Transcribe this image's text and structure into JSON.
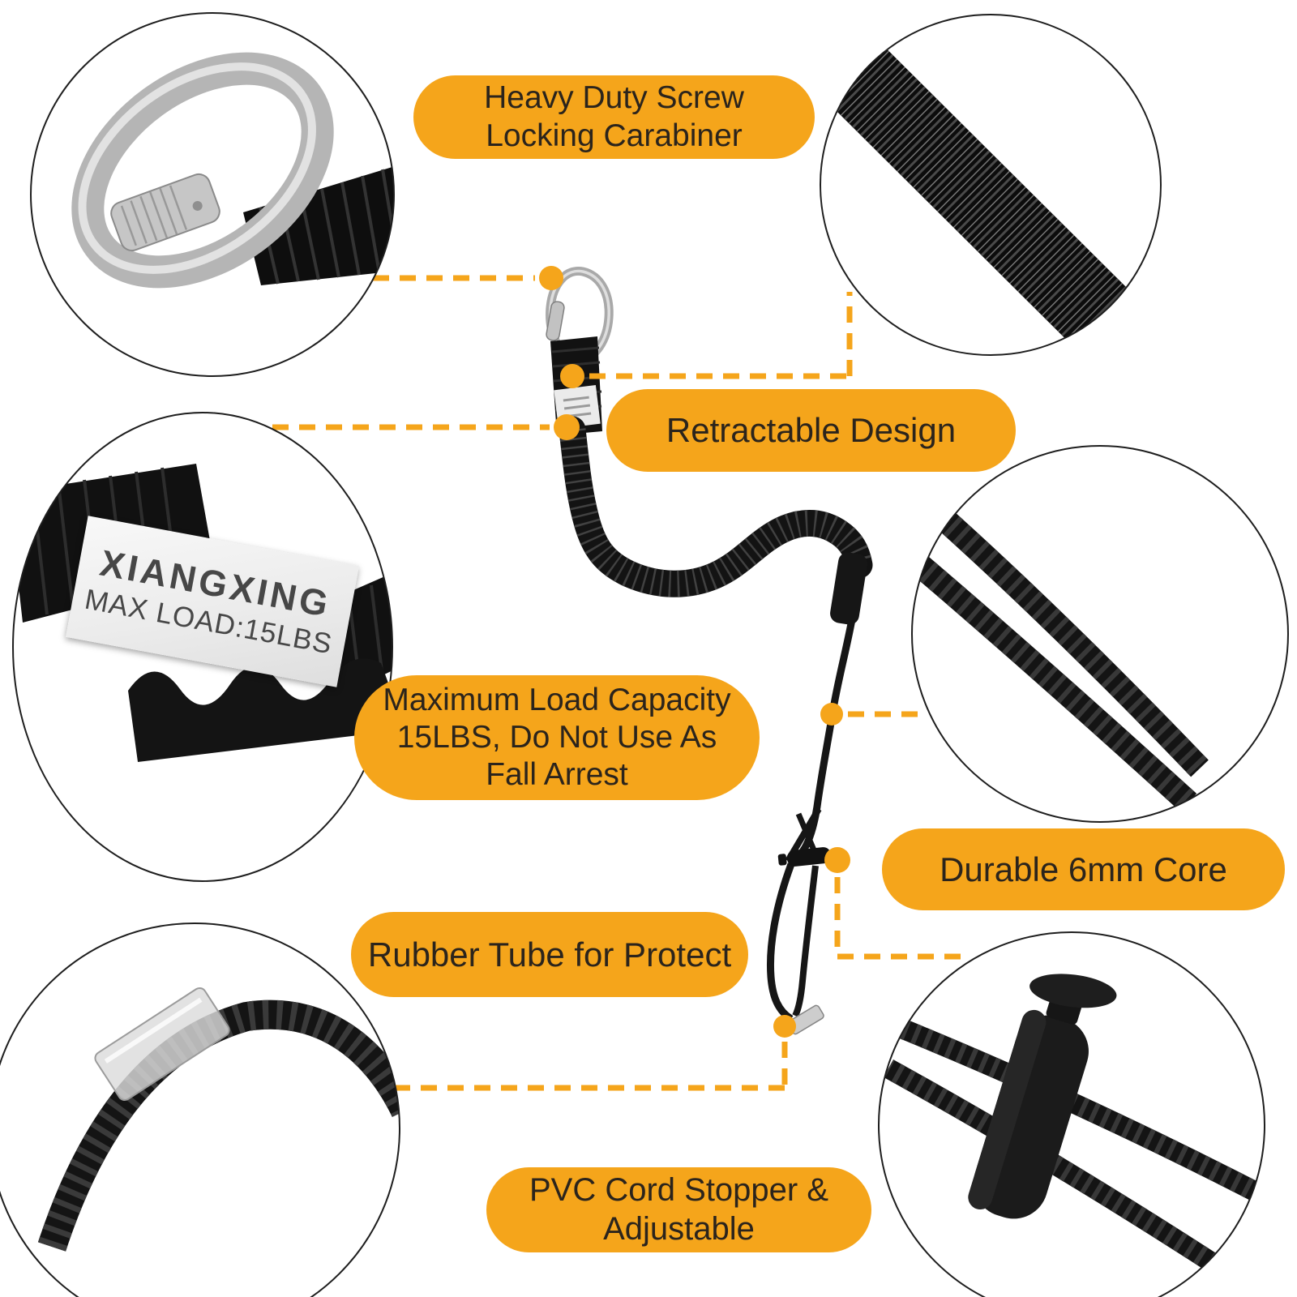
{
  "colors": {
    "accent": "#F5A51B",
    "pill_text": "#2B241C",
    "background": "#FFFFFF"
  },
  "pills": [
    {
      "name": "heavy-duty-screw-locking-carabiner",
      "lines": [
        "Heavy Duty Screw",
        "Locking Carabiner"
      ]
    },
    {
      "name": "retractable-design",
      "lines": [
        "Retractable Design"
      ]
    },
    {
      "name": "maximum-load-capacity",
      "lines": [
        "Maximum Load Capacity",
        "15LBS, Do Not Use As",
        "Fall Arrest"
      ]
    },
    {
      "name": "durable-6mm-core",
      "lines": [
        "Durable 6mm Core"
      ]
    },
    {
      "name": "rubber-tube-for-protect",
      "lines": [
        "Rubber Tube for Protect"
      ]
    },
    {
      "name": "pvc-cord-stopper-adjustable",
      "lines": [
        "PVC Cord Stopper &",
        "Adjustable"
      ]
    }
  ],
  "inset_label": {
    "brand": "XIANGXING",
    "max_load": "MAX LOAD:15LBS"
  },
  "insets": [
    "screw-locking-carabiner-closeup",
    "elastic-bungee-closeup",
    "max-load-label-closeup",
    "6mm-core-rope-closeup",
    "rubber-tube-closeup",
    "pvc-cord-stopper-closeup"
  ]
}
